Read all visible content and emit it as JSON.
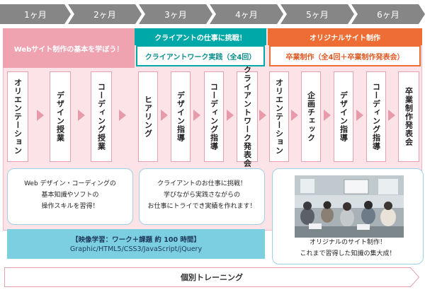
{
  "months": [
    "1ヶ月",
    "2ヶ月",
    "3ヶ月",
    "4ヶ月",
    "5ヶ月",
    "6ヶ月"
  ],
  "phases": {
    "basics": {
      "title": "Webサイト制作の基本を学ぼう！"
    },
    "client": {
      "banner": "クライアントの仕事に挑戦！",
      "subtitle": "クライアントワーク実践（全4回）"
    },
    "original": {
      "banner": "オリジナルサイト制作",
      "subtitle": "卒業制作（全4回＋卒業制作発表会）"
    }
  },
  "steps": [
    "オリエンテーション",
    "デザイン授業",
    "コーディング授業",
    "ヒアリング",
    "デザイン指導",
    "コーディング指導",
    "クライアントワーク発表会",
    "オリエンテーション",
    "企画チェック",
    "デザイン指導",
    "コーディング指導",
    "卒業制作発表会"
  ],
  "info": {
    "basics": [
      "Web デザイン・コーディングの",
      "基本知識やソフトの",
      "操作スキルを習得！"
    ],
    "client": [
      "クライアントのお仕事に挑戦！",
      "学びながら実践さながらの",
      "お仕事にトライでき実績を作れます！"
    ],
    "original": [
      "オリジナルのサイト制作！",
      "これまで習得した知識の集大成！"
    ]
  },
  "video": {
    "line1": "【映像学習：ワーク＋課題 約 100 時間】",
    "line2": "Graphic/HTML5/CSS3/JavaScript/jQuery"
  },
  "training": "個別トレーニング",
  "colors": {
    "pink": "#efa3b1",
    "teal": "#00a8a8",
    "orange": "#ee6d34",
    "grey": "#868686",
    "video": "#7ccfe0"
  }
}
